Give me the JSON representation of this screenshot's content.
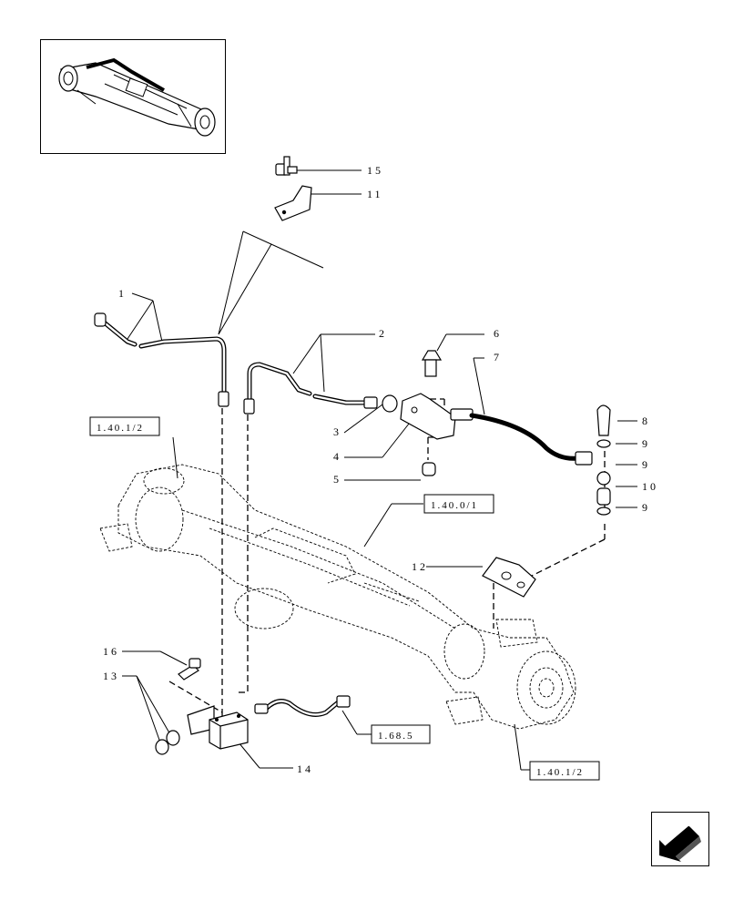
{
  "diagram": {
    "part_labels": [
      "1",
      "2",
      "3",
      "4",
      "5",
      "6",
      "7",
      "8",
      "9",
      "9",
      "9",
      "10",
      "11",
      "12",
      "13",
      "14",
      "15",
      "16"
    ],
    "references": [
      "1.40.1/2",
      "1.40.0/1",
      "1.68.5",
      "1.40.1/2"
    ]
  },
  "thumbnail": {
    "icon": "front-axle-thumbnail-icon"
  },
  "navigation": {
    "icon": "previous-page-arrow-icon"
  }
}
